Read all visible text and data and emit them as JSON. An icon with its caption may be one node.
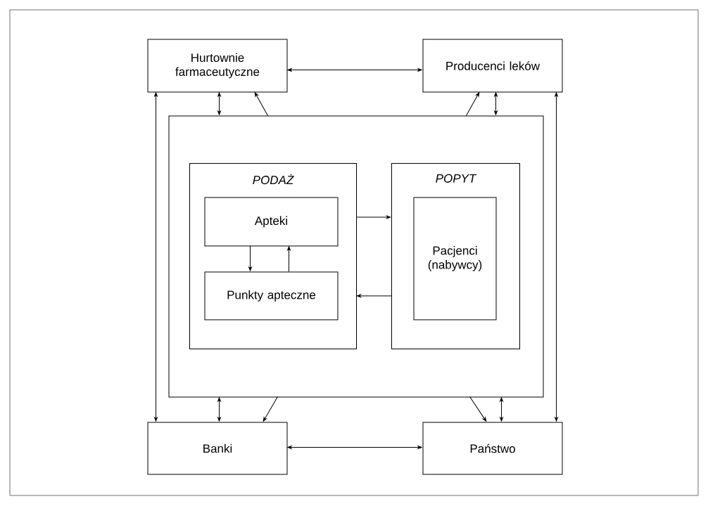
{
  "diagram": {
    "nodes": [
      {
        "text": [
          "Hurtownie farmaceutyczne"
        ]
      },
      {
        "text": [
          "Producenci leków"
        ]
      },
      {
        "text": [],
        "shape": "box"
      },
      {
        "text": [
          "PODAŻ"
        ],
        "in": 2
      },
      {
        "text": [
          "Apteki"
        ],
        "in": 3
      },
      {
        "text": [
          "Punkty apteczne"
        ],
        "in": 3
      },
      {
        "text": [
          "POPYT"
        ],
        "in": 2
      },
      {
        "text": [
          "Pacjenci (nabywcy)"
        ],
        "in": 6
      },
      {
        "text": [
          "Banki"
        ]
      },
      {
        "text": [
          "Państwo"
        ]
      }
    ],
    "edges": [
      {
        "from": 0,
        "to": 1,
        "arrow": "both"
      },
      {
        "from": 0,
        "to": 2,
        "arrow": "both"
      },
      {
        "from": 2,
        "to": 0,
        "arrow": "to"
      },
      {
        "from": 2,
        "to": 1,
        "arrow": "to"
      },
      {
        "from": 1,
        "to": 2,
        "arrow": "both"
      },
      {
        "from": 0,
        "to": 8,
        "arrow": "both"
      },
      {
        "from": 1,
        "to": 9,
        "arrow": "both"
      },
      {
        "from": 2,
        "to": 8,
        "arrow": "both"
      },
      {
        "from": 2,
        "to": 8,
        "arrow": "to"
      },
      {
        "from": 2,
        "to": 9,
        "arrow": "to"
      },
      {
        "from": 2,
        "to": 9,
        "arrow": "both"
      },
      {
        "from": 8,
        "to": 9,
        "arrow": "both"
      },
      {
        "from": 4,
        "to": 5,
        "arrow": "to"
      },
      {
        "from": 5,
        "to": 4,
        "arrow": "to"
      },
      {
        "from": 3,
        "to": 6,
        "arrow": "to"
      },
      {
        "from": 6,
        "to": 3,
        "arrow": "to"
      }
    ]
  }
}
